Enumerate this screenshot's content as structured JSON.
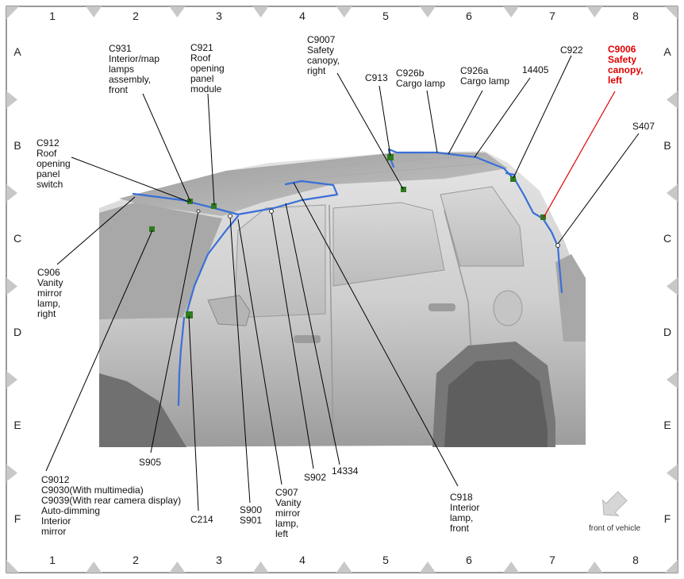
{
  "grid": {
    "columns": [
      "1",
      "2",
      "3",
      "4",
      "5",
      "6",
      "7",
      "8"
    ],
    "rows": [
      "A",
      "B",
      "C",
      "D",
      "E",
      "F"
    ]
  },
  "callouts": [
    {
      "id": "c931",
      "text": "C931\nInterior/map\nlamps\nassembly,\nfront",
      "red": false
    },
    {
      "id": "c921",
      "text": "C921\nRoof\nopening\npanel\nmodule",
      "red": false
    },
    {
      "id": "c9007",
      "text": "C9007\nSafety\ncanopy,\nright",
      "red": false
    },
    {
      "id": "c913",
      "text": "C913",
      "red": false
    },
    {
      "id": "c926b",
      "text": "C926b\nCargo lamp",
      "red": false
    },
    {
      "id": "c926a",
      "text": "C926a\nCargo lamp",
      "red": false
    },
    {
      "id": "n14405",
      "text": "14405",
      "red": false
    },
    {
      "id": "c922",
      "text": "C922",
      "red": false
    },
    {
      "id": "c9006",
      "text": "C9006\nSafety\ncanopy,\nleft",
      "red": true
    },
    {
      "id": "s407",
      "text": "S407",
      "red": false
    },
    {
      "id": "c912",
      "text": "C912\nRoof\nopening\npanel\nswitch",
      "red": false
    },
    {
      "id": "c906",
      "text": "C906\nVanity\nmirror\nlamp,\nright",
      "red": false
    },
    {
      "id": "s905",
      "text": "S905",
      "red": false
    },
    {
      "id": "c9012",
      "text": "C9012\nC9030(With multimedia)\nC9039(With rear camera display)\nAuto-dimming\nInterior\nmirror",
      "red": false
    },
    {
      "id": "c214",
      "text": "C214",
      "red": false
    },
    {
      "id": "s900",
      "text": "S900\nS901",
      "red": false
    },
    {
      "id": "c907",
      "text": "C907\nVanity\nmirror\nlamp,\nleft",
      "red": false
    },
    {
      "id": "s902",
      "text": "S902",
      "red": false
    },
    {
      "id": "n14334",
      "text": "14334",
      "red": false
    },
    {
      "id": "c918",
      "text": "C918\nInterior\nlamp,\nfront",
      "red": false
    }
  ],
  "front_of_vehicle": "front of vehicle",
  "colors": {
    "harness": "#3a6fd8",
    "connector": "#2e7a1e",
    "leader": "#000000",
    "highlight": "#e00000",
    "tab": "#c8c8c8",
    "vehicle_light": "#e6e6e6",
    "vehicle_mid": "#bdbdbd",
    "vehicle_dark": "#8a8a8a"
  }
}
